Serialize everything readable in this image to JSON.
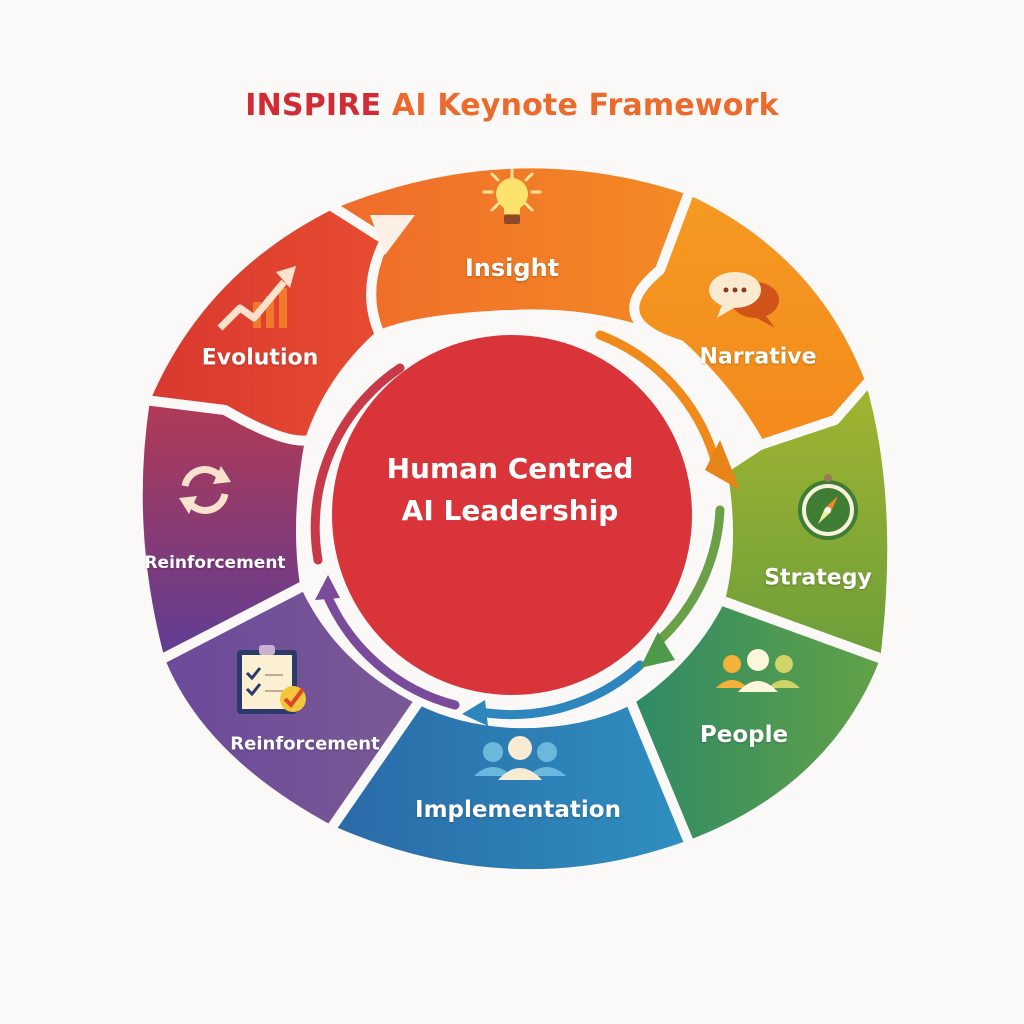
{
  "title": {
    "part1": "INSPIRE",
    "part2": "AI Keynote Framework"
  },
  "center": {
    "line1": "Human Centred",
    "line2": "AI Leadership",
    "color": "#d9343a"
  },
  "segments": [
    {
      "label": "Insight",
      "icon": "lightbulb-icon",
      "color": "#f07a2a"
    },
    {
      "label": "Narrative",
      "icon": "speech-bubbles-icon",
      "color": "#f5921e"
    },
    {
      "label": "Strategy",
      "icon": "compass-icon",
      "color": "#82a83a"
    },
    {
      "label": "People",
      "icon": "people-group-icon",
      "color": "#4e9a4a"
    },
    {
      "label": "Implementation",
      "icon": "team-icon",
      "color": "#2d7db5"
    },
    {
      "label": "Reinforcement",
      "icon": "checklist-icon",
      "color": "#6a4b95"
    },
    {
      "label": "Reinforcement",
      "icon": "refresh-cycle-icon",
      "color": "#8a3f8a"
    },
    {
      "label": "Evolution",
      "icon": "growth-chart-icon",
      "color": "#e0452f"
    }
  ]
}
